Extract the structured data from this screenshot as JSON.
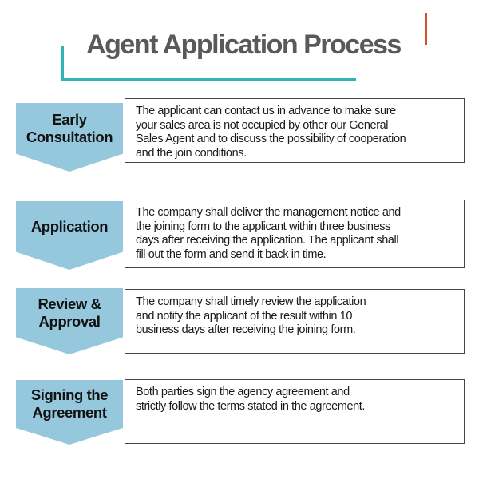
{
  "title": {
    "text": "Agent Application Process"
  },
  "colors": {
    "step_fill_blue": "#95c8dd",
    "accent_orange": "#d0542b",
    "accent_teal": "#32b3b6",
    "title_gray": "#595959",
    "box_border": "#444444",
    "body_text": "#1a1a1a"
  },
  "steps": [
    {
      "label": "Early\nConsultation",
      "description": "The applicant can contact us in advance to make sure\nyour sales area is not occupied by other our General\nSales Agent and to discuss the possibility of cooperation\nand the join conditions."
    },
    {
      "label": "Application",
      "description": "The company shall deliver the management notice and\nthe joining form to the applicant within three business\ndays after receiving the application. The applicant shall\nfill out the form and send it back in time."
    },
    {
      "label": "Review &\nApproval",
      "description": "The company shall timely review the application\nand notify the applicant of the result within 10\nbusiness days after receiving the joining form."
    },
    {
      "label": "Signing the\nAgreement",
      "description": "Both parties sign the agency agreement and\nstrictly follow the terms stated in the agreement."
    }
  ]
}
